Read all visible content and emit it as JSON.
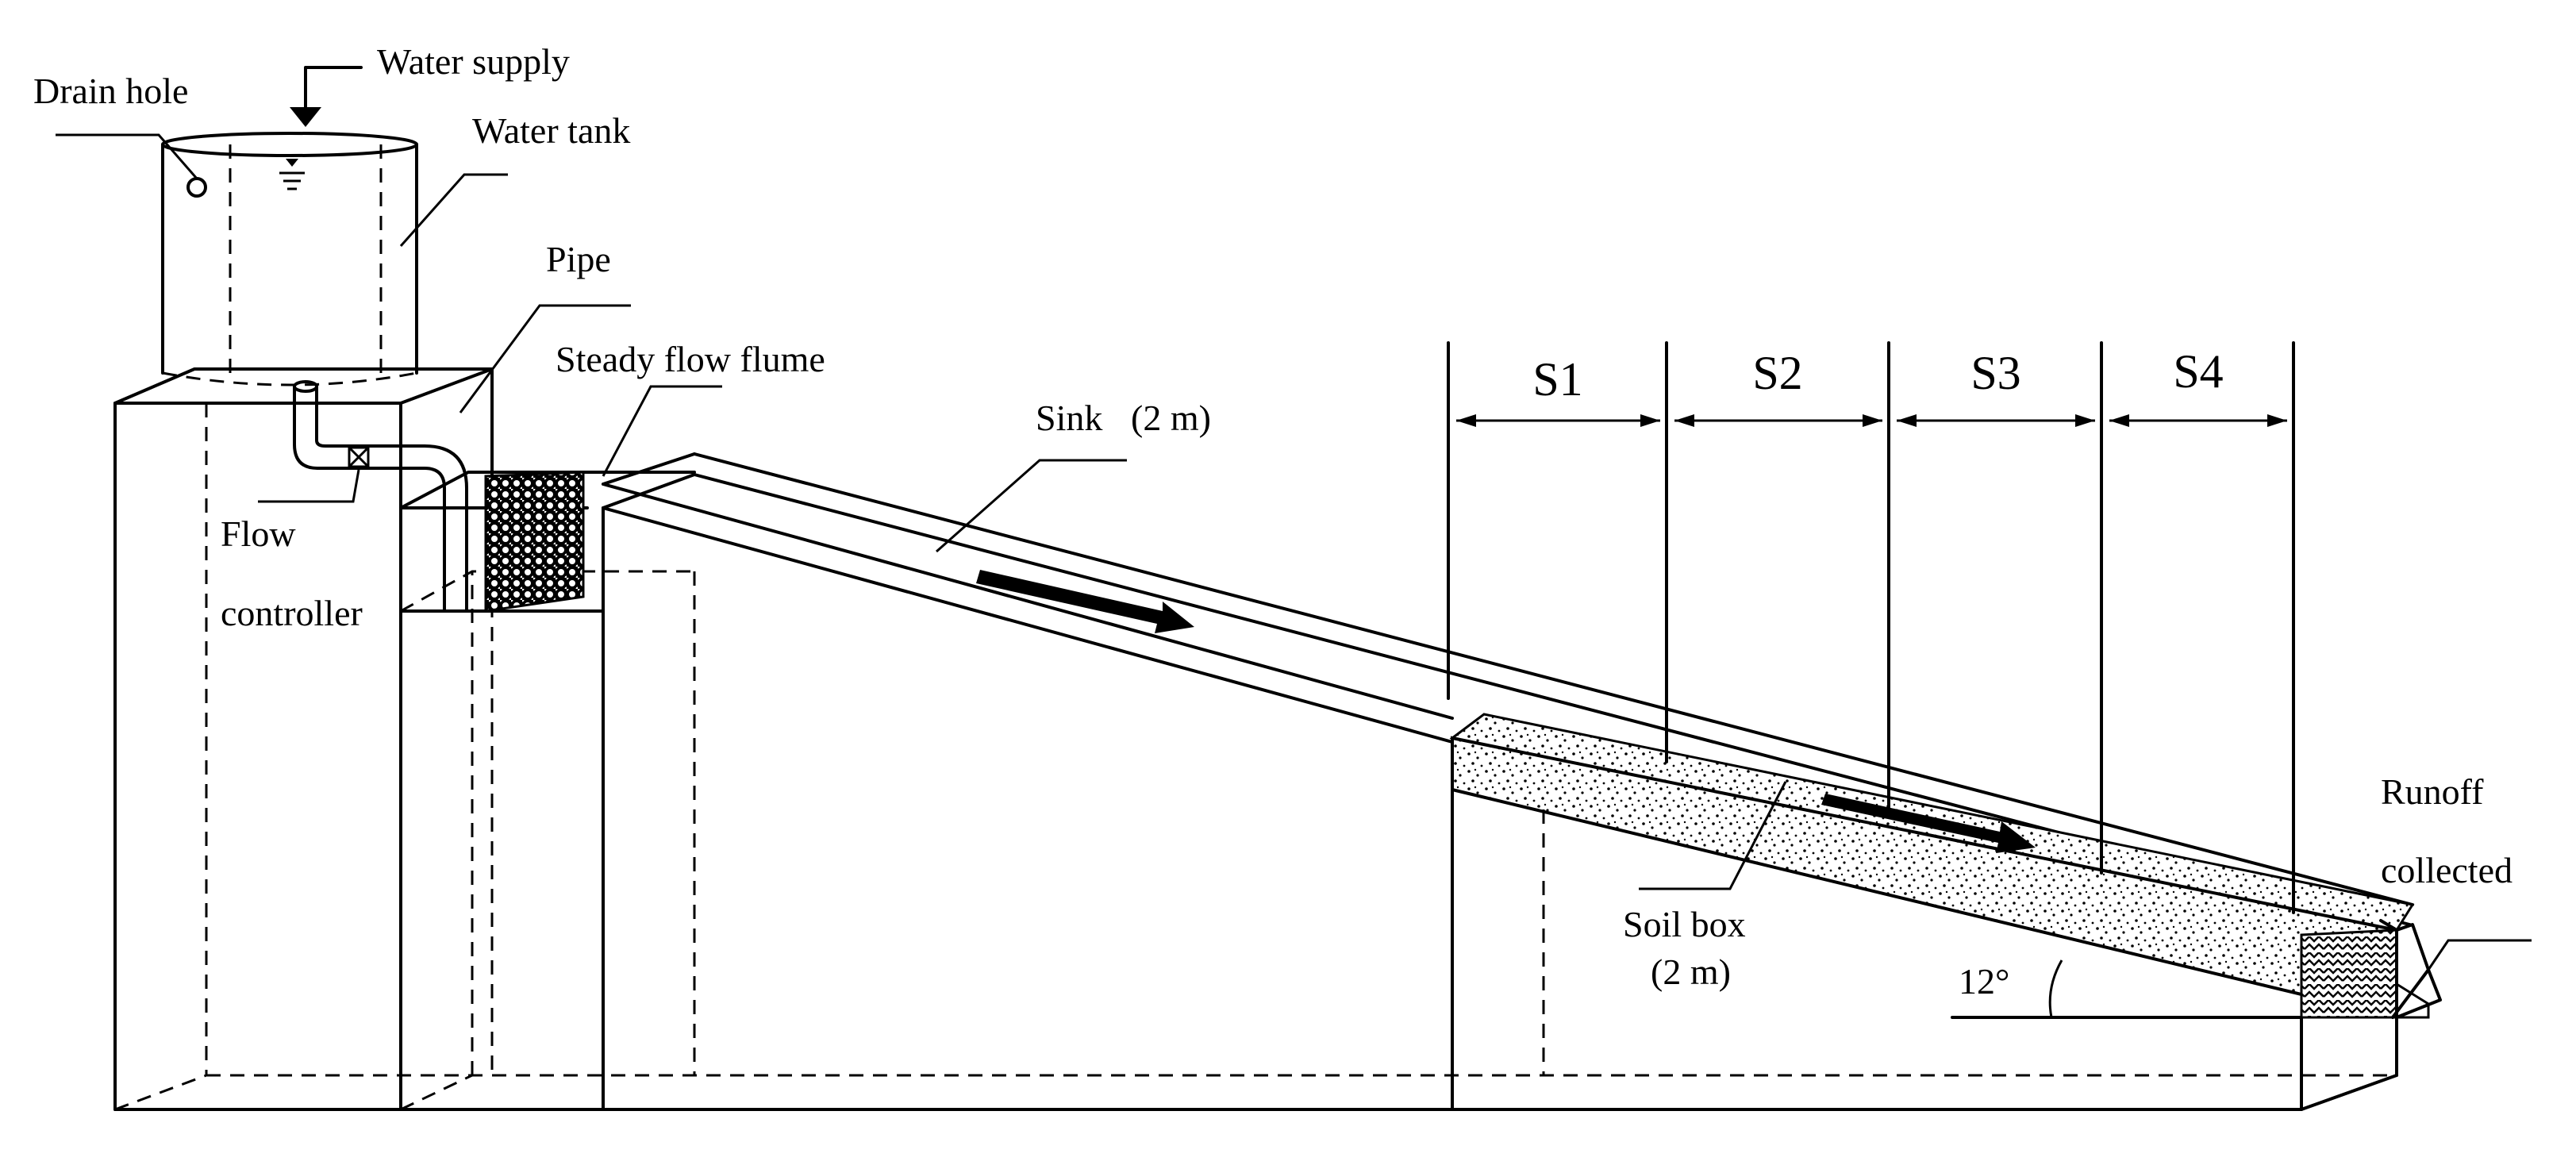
{
  "diagram": {
    "labels": {
      "drain_hole": "Drain hole",
      "water_supply": "Water supply",
      "water_tank": "Water tank",
      "pipe": "Pipe",
      "steady_flow_flume": "Steady flow flume",
      "flow": "Flow",
      "controller": "controller",
      "sink": "Sink",
      "sink_length": "(2 m)",
      "soil_box": "Soil box",
      "soil_box_length": "(2 m)",
      "runoff": "Runoff",
      "collected": "collected",
      "angle": "12°"
    },
    "sections": [
      "S1",
      "S2",
      "S3",
      "S4"
    ]
  }
}
